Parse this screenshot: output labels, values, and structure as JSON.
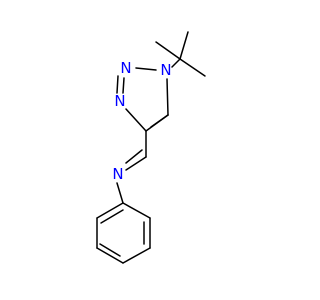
{
  "molecule": {
    "atoms": {
      "n1": {
        "symbol": "N",
        "color": "#0000ff"
      },
      "n2": {
        "symbol": "N",
        "color": "#0000ff"
      },
      "n3": {
        "symbol": "N",
        "color": "#0000ff"
      },
      "n_imine": {
        "symbol": "N",
        "color": "#0000ff"
      }
    },
    "bond_color": "#000000",
    "heteroatom_color": "#0000ff"
  }
}
